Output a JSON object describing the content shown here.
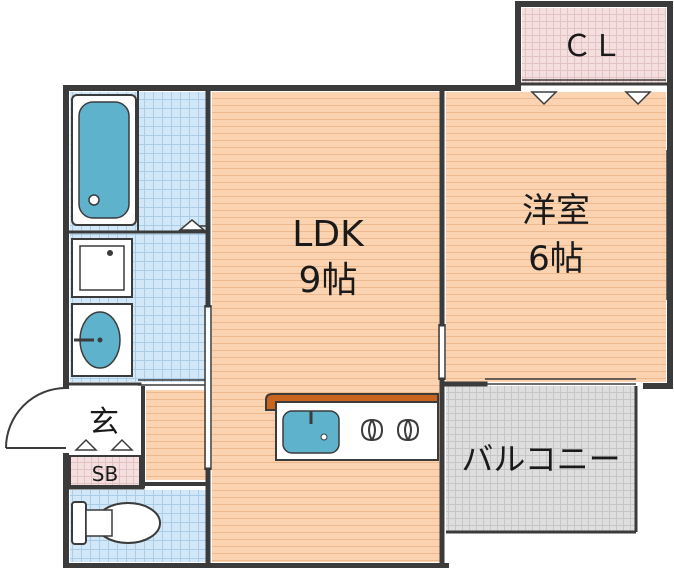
{
  "rooms": {
    "ldk": {
      "name": "LDK",
      "size": "9帖"
    },
    "western": {
      "name": "洋室",
      "size": "6帖"
    },
    "closet": {
      "name": "ＣＬ"
    },
    "balcony": {
      "name": "バルコニー"
    },
    "entrance": {
      "name": "玄"
    },
    "shoe_box": {
      "name": "SB"
    }
  },
  "colors": {
    "wall": "#3b3b3b",
    "floor_wood": "#fbd3b0",
    "floor_wood_line": "#efb98e",
    "wet_area": "#cfe6f7",
    "wet_tile_line": "#a9cde6",
    "fixture_blue": "#5fb2cc",
    "closet_pink": "#f3dede",
    "balcony_gray": "#dcdcdc",
    "counter_brown": "#c8641e"
  },
  "icons": {
    "bathtub": "bathtub-icon",
    "washing_machine": "washing-machine-pan-icon",
    "washbasin": "washbasin-icon",
    "toilet": "toilet-icon",
    "kitchen_sink": "kitchen-sink-icon",
    "stove": "stove-burner-icon",
    "front_door": "door-swing-icon"
  }
}
